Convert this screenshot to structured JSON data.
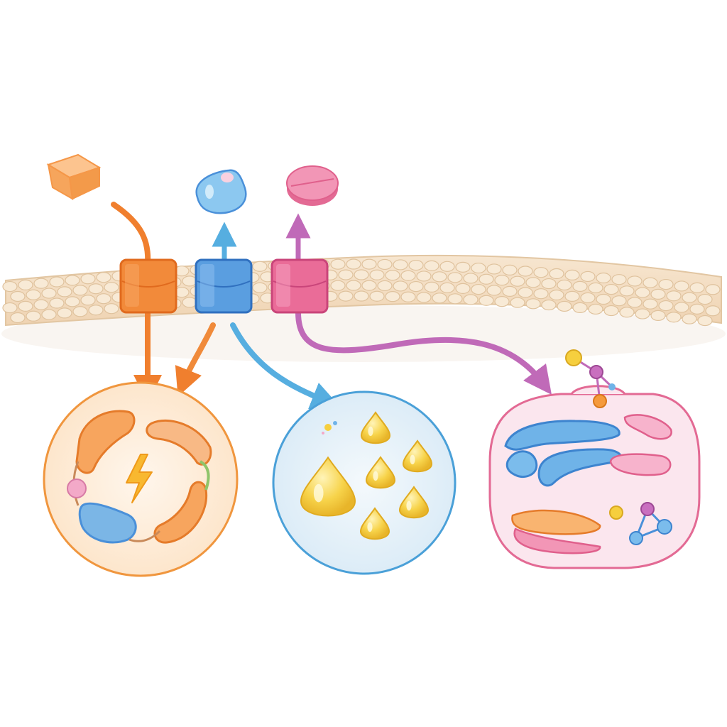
{
  "colors": {
    "orange": "#f07f2e",
    "blue": "#4a90d9",
    "pink": "#e0608c",
    "purple": "#c06ab8",
    "membrane": "#f3dcc0",
    "membrane_outline": "#d9b994",
    "lipid_yellow": "#f6cf3e",
    "mito_bg": "#fdeedd",
    "lipid_bg": "#e4f1f9",
    "protein_bg": "#fbe9f0"
  },
  "molecules": [
    {
      "name": "orange-cube-molecule-icon",
      "color": "#f6a55c"
    },
    {
      "name": "blue-droplet-molecule-icon",
      "color": "#8cc8f0"
    },
    {
      "name": "pink-tablet-molecule-icon",
      "color": "#ef8fb0"
    }
  ],
  "transporters": [
    {
      "name": "orange-transporter-icon",
      "color": "#f07f2e"
    },
    {
      "name": "blue-transporter-icon",
      "color": "#4a90d9"
    },
    {
      "name": "pink-transporter-icon",
      "color": "#e0608c"
    }
  ],
  "compartments": [
    {
      "name": "mitochondria-energy-compartment",
      "icon": "lightning-bolt-icon"
    },
    {
      "name": "lipid-droplet-compartment",
      "icon": "lipid-droplet-icon"
    },
    {
      "name": "protein-synthesis-compartment",
      "icon": "protein-molecule-icon"
    }
  ]
}
